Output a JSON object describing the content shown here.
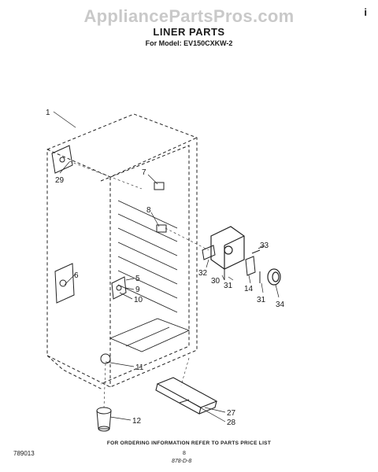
{
  "header": {
    "watermark": "AppliancePartsPros.com",
    "corner_mark": "i",
    "title": "LINER PARTS",
    "subtitle": "For Model: EV150CXKW-2"
  },
  "callouts": [
    {
      "id": "c1",
      "label": "1"
    },
    {
      "id": "c29",
      "label": "29"
    },
    {
      "id": "c6",
      "label": "6"
    },
    {
      "id": "c7",
      "label": "7"
    },
    {
      "id": "c8",
      "label": "8"
    },
    {
      "id": "c5",
      "label": "5"
    },
    {
      "id": "c9",
      "label": "9"
    },
    {
      "id": "c10",
      "label": "10"
    },
    {
      "id": "c11",
      "label": "11"
    },
    {
      "id": "c12",
      "label": "12"
    },
    {
      "id": "c33",
      "label": "33"
    },
    {
      "id": "c32",
      "label": "32"
    },
    {
      "id": "c30",
      "label": "30"
    },
    {
      "id": "c31a",
      "label": "31"
    },
    {
      "id": "c14",
      "label": "14"
    },
    {
      "id": "c31b",
      "label": "31"
    },
    {
      "id": "c34",
      "label": "34"
    },
    {
      "id": "c27",
      "label": "27"
    },
    {
      "id": "c28",
      "label": "28"
    }
  ],
  "footer": {
    "note": "FOR ORDERING INFORMATION REFER TO PARTS PRICE LIST",
    "diagram_number": "789013",
    "page_number": "8",
    "handwritten": "878-D-8"
  }
}
